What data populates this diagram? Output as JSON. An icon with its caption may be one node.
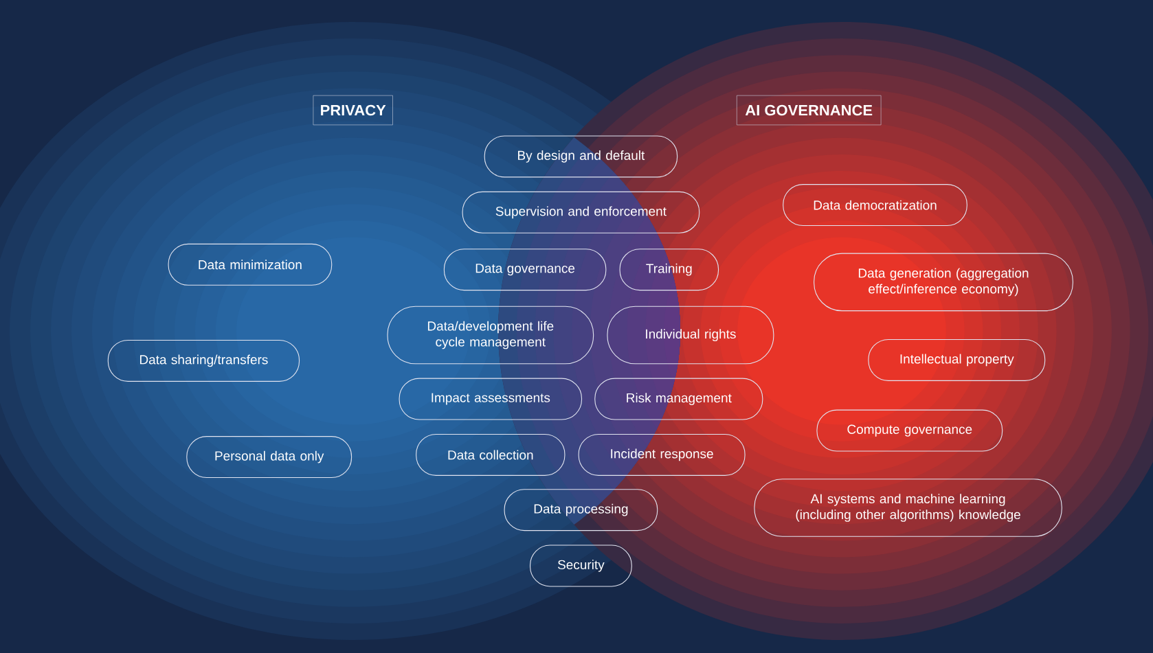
{
  "diagram": {
    "nodes": [
      {
        "text": [
          "PRIVACY"
        ]
      },
      {
        "text": [
          "AI GOVERNANCE"
        ]
      },
      {
        "text": [
          "By design and default"
        ]
      },
      {
        "text": [
          "Data democratization"
        ]
      },
      {
        "text": [
          "Supervision and enforcement"
        ]
      },
      {
        "text": [
          "Data minimization"
        ]
      },
      {
        "text": [
          "Data governance"
        ]
      },
      {
        "text": [
          "Training"
        ]
      },
      {
        "text": [
          "Data generation (aggregation effect/inference economy)"
        ]
      },
      {
        "text": [
          "Data/development life cycle management"
        ]
      },
      {
        "text": [
          "Individual rights"
        ]
      },
      {
        "text": [
          "Intellectual property"
        ]
      },
      {
        "text": [
          "Data sharing/transfers"
        ]
      },
      {
        "text": [
          "Impact assessments"
        ]
      },
      {
        "text": [
          "Risk management"
        ]
      },
      {
        "text": [
          "Compute governance"
        ]
      },
      {
        "text": [
          "Data collection"
        ]
      },
      {
        "text": [
          "Incident response"
        ]
      },
      {
        "text": [
          "Personal data only"
        ]
      },
      {
        "text": [
          "AI systems and machine learning (including other algorithms) knowledge"
        ]
      },
      {
        "text": [
          "Data processing"
        ]
      },
      {
        "text": [
          "Security"
        ]
      }
    ]
  }
}
